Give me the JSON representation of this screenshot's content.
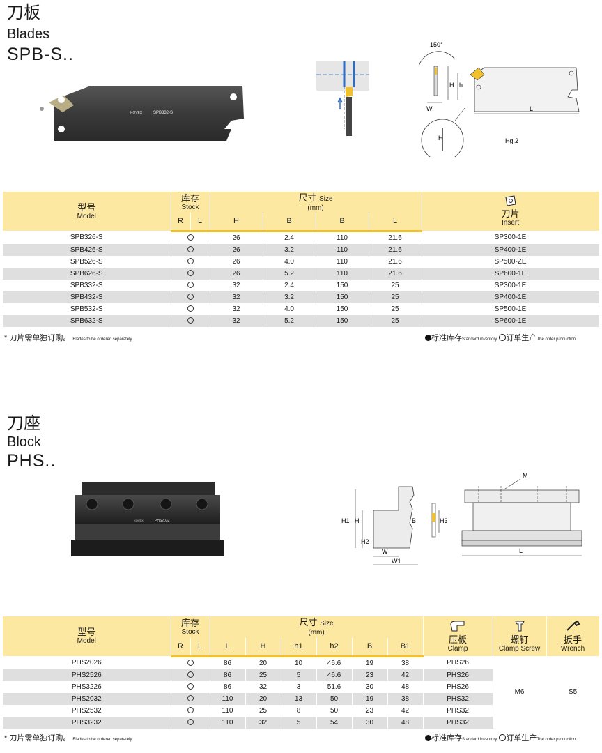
{
  "blades": {
    "title_cn": "刀板",
    "title_en": "Blades",
    "model": "SPB-S..",
    "blade_brand": "KOVEX",
    "blade_label": "SPB332-S",
    "diagram": {
      "angle": "150°",
      "h_label": "H",
      "h2_label": "h",
      "w_label": "W",
      "l_label": "L",
      "detail_label": "H",
      "fig_label": "Hg.2"
    },
    "header": {
      "model_cn": "型号",
      "model_en": "Model",
      "stock_cn": "库存",
      "stock_en": "Stock",
      "size_cn": "尺寸",
      "size_en": "Size",
      "size_unit": "(mm)",
      "insert_cn": "刀片",
      "insert_en": "Insert",
      "r": "R",
      "l": "L",
      "cols": [
        "H",
        "B",
        "B",
        "L"
      ]
    },
    "rows": [
      {
        "model": "SPB326-S",
        "stock": "O",
        "c1": "26",
        "c2": "2.4",
        "c3": "110",
        "c4": "21.6",
        "insert": "SP300-1E"
      },
      {
        "model": "SPB426-S",
        "stock": "O",
        "c1": "26",
        "c2": "3.2",
        "c3": "110",
        "c4": "21.6",
        "insert": "SP400-1E"
      },
      {
        "model": "SPB526-S",
        "stock": "O",
        "c1": "26",
        "c2": "4.0",
        "c3": "110",
        "c4": "21.6",
        "insert": "SP500-ZE"
      },
      {
        "model": "SPB626-S",
        "stock": "O",
        "c1": "26",
        "c2": "5.2",
        "c3": "110",
        "c4": "21.6",
        "insert": "SP600-1E"
      },
      {
        "model": "SPB332-S",
        "stock": "O",
        "c1": "32",
        "c2": "2.4",
        "c3": "150",
        "c4": "25",
        "insert": "SP300-1E"
      },
      {
        "model": "SPB432-S",
        "stock": "O",
        "c1": "32",
        "c2": "3.2",
        "c3": "150",
        "c4": "25",
        "insert": "SP400-1E"
      },
      {
        "model": "SPB532-S",
        "stock": "O",
        "c1": "32",
        "c2": "4.0",
        "c3": "150",
        "c4": "25",
        "insert": "SP500-1E"
      },
      {
        "model": "SPB632-S",
        "stock": "O",
        "c1": "32",
        "c2": "5.2",
        "c3": "150",
        "c4": "25",
        "insert": "SP600-1E"
      }
    ],
    "note_cn": "* 刀片需单独订购。",
    "note_en": "Blades to be ordered separately.",
    "legend_std_cn": "标准库存",
    "legend_std_en": "Standard inventory",
    "legend_order_cn": "订单生产",
    "legend_order_en": "The order production"
  },
  "block": {
    "title_cn": "刀座",
    "title_en": "Block",
    "model": "PHS..",
    "block_brand": "KOVEX",
    "block_label": "PHS2032",
    "diagram": {
      "m_label": "M",
      "h1": "H1",
      "h": "H",
      "h2": "H2",
      "w": "W",
      "w1": "W1",
      "b": "B",
      "h3": "H3",
      "l": "L"
    },
    "header": {
      "model_cn": "型号",
      "model_en": "Model",
      "stock_cn": "库存",
      "stock_en": "Stock",
      "size_cn": "尺寸",
      "size_en": "Size",
      "size_unit": "(mm)",
      "clamp_cn": "压板",
      "clamp_en": "Clamp",
      "screw_cn": "螺钉",
      "screw_en": "Clamp Screw",
      "wrench_cn": "扳手",
      "wrench_en": "Wrench",
      "r": "R",
      "l": "L",
      "cols": [
        "L",
        "H",
        "h1",
        "h2",
        "B",
        "B1"
      ]
    },
    "rows": [
      {
        "model": "PHS2026",
        "stock": "O",
        "c1": "86",
        "c2": "20",
        "c3": "10",
        "c4": "46.6",
        "c5": "19",
        "c6": "38",
        "clamp": "PHS26"
      },
      {
        "model": "PHS2526",
        "stock": "O",
        "c1": "86",
        "c2": "25",
        "c3": "5",
        "c4": "46.6",
        "c5": "23",
        "c6": "42",
        "clamp": "PHS26"
      },
      {
        "model": "PHS3226",
        "stock": "O",
        "c1": "86",
        "c2": "32",
        "c3": "3",
        "c4": "51.6",
        "c5": "30",
        "c6": "48",
        "clamp": "PHS26"
      },
      {
        "model": "PHS2032",
        "stock": "O",
        "c1": "110",
        "c2": "20",
        "c3": "13",
        "c4": "50",
        "c5": "19",
        "c6": "38",
        "clamp": "PHS32"
      },
      {
        "model": "PHS2532",
        "stock": "O",
        "c1": "110",
        "c2": "25",
        "c3": "8",
        "c4": "50",
        "c5": "23",
        "c6": "42",
        "clamp": "PHS32"
      },
      {
        "model": "PHS3232",
        "stock": "O",
        "c1": "110",
        "c2": "32",
        "c3": "5",
        "c4": "54",
        "c5": "30",
        "c6": "48",
        "clamp": "PHS32"
      }
    ],
    "screw": "M6",
    "wrench": "S5",
    "note_cn": "* 刀片需单独订购。",
    "note_en": "Blades to be ordered separately.",
    "legend_std_cn": "标准库存",
    "legend_std_en": "Standard inventory",
    "legend_order_cn": "订单生产",
    "legend_order_en": "The order production"
  },
  "colors": {
    "header_bg": "#fde8a2",
    "accent": "#f2c12e",
    "stripe": "#dfdfdf",
    "blade": "#3a3a3a"
  }
}
